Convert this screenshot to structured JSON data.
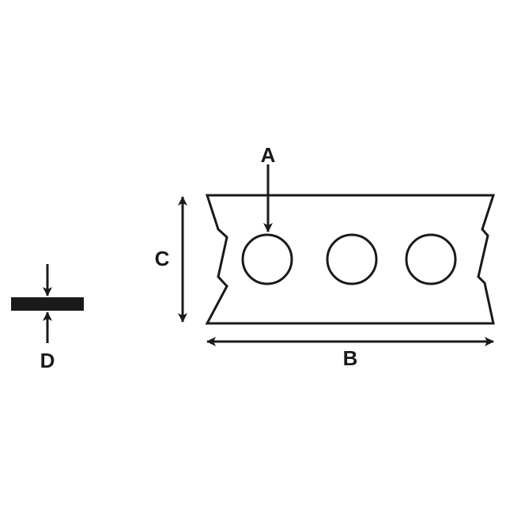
{
  "diagram": {
    "labels": {
      "hole_diameter": "A",
      "length": "B",
      "width": "C",
      "thickness": "D"
    },
    "holes": 3,
    "colors": {
      "stroke": "#1a1a1a",
      "fill": "#ffffff",
      "section": "#1a1a1a"
    }
  }
}
